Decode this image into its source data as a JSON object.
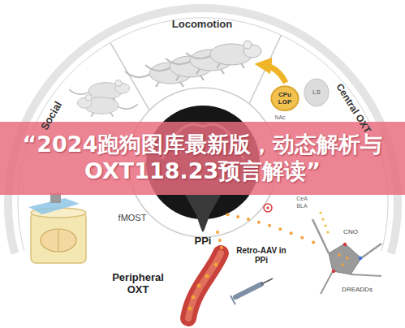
{
  "diagram": {
    "title": "“2024跑狗图库最新版，动态解析与OXT118.23预言解读”",
    "nodes": [
      {
        "text": [
          "CPu LGP"
        ]
      }
    ],
    "labels": [
      "Locomotion",
      "Social",
      "Central OXT",
      "LS",
      "NAc",
      "CeA",
      "BLA",
      "fMOST",
      "PPi",
      "Peripheral OXT",
      "Retro-AAV in PPi",
      "CNO",
      "DREADDs"
    ]
  }
}
